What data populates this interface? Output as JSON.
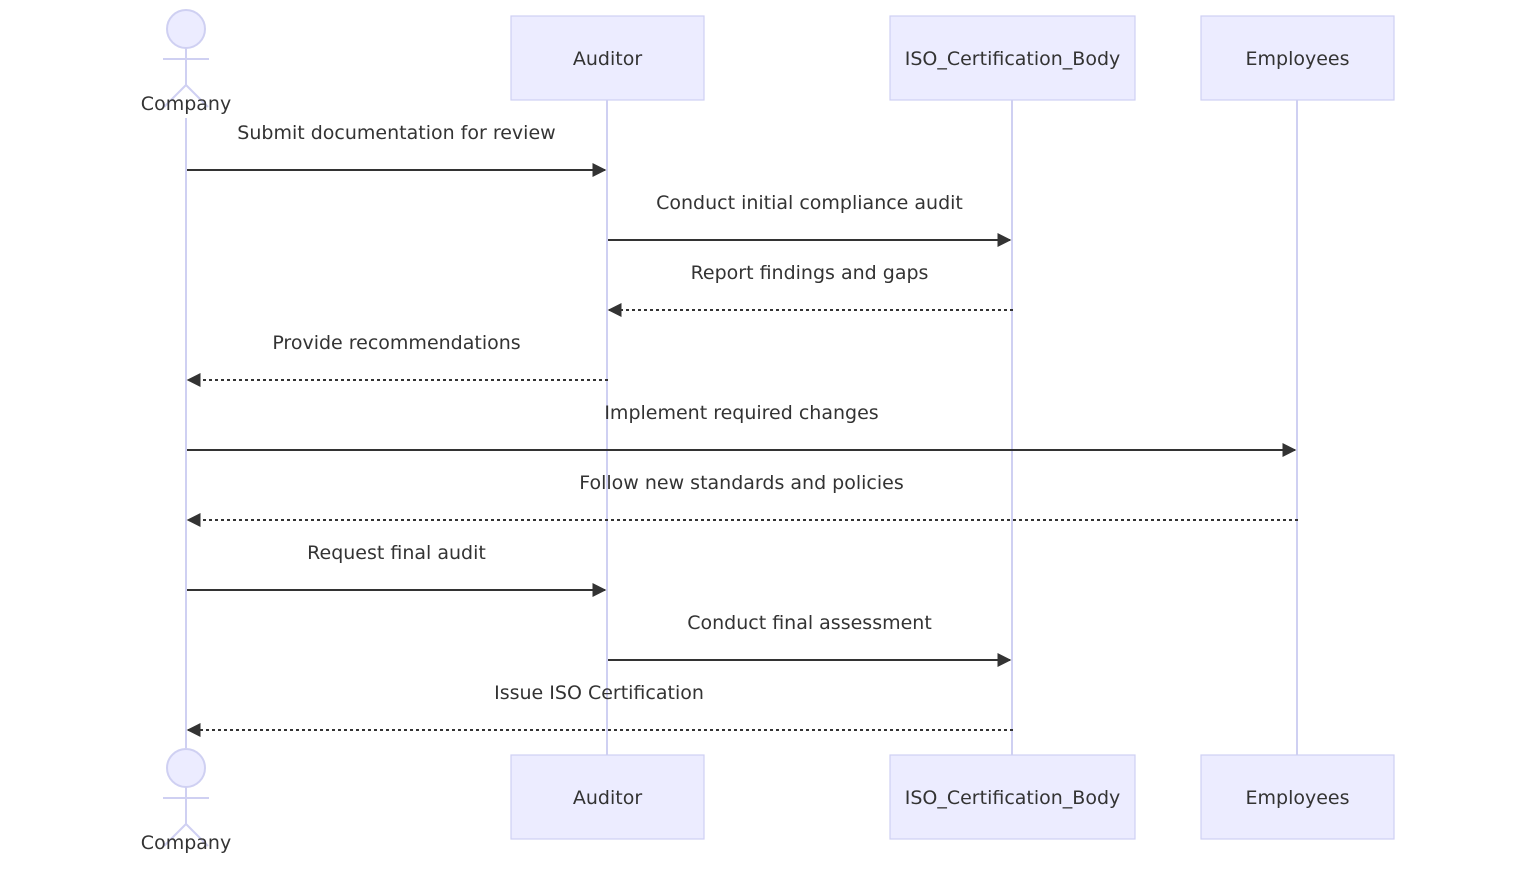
{
  "participants": [
    {
      "id": "company",
      "label": "Company",
      "kind": "actor"
    },
    {
      "id": "auditor",
      "label": "Auditor",
      "kind": "participant"
    },
    {
      "id": "iso",
      "label": "ISO_Certification_Body",
      "kind": "participant"
    },
    {
      "id": "employees",
      "label": "Employees",
      "kind": "participant"
    }
  ],
  "messages": [
    {
      "from": "company",
      "to": "auditor",
      "text": "Submit documentation for review",
      "style": "solid"
    },
    {
      "from": "auditor",
      "to": "iso",
      "text": "Conduct initial compliance audit",
      "style": "solid"
    },
    {
      "from": "iso",
      "to": "auditor",
      "text": "Report findings and gaps",
      "style": "dotted"
    },
    {
      "from": "auditor",
      "to": "company",
      "text": "Provide recommendations",
      "style": "dotted"
    },
    {
      "from": "company",
      "to": "employees",
      "text": "Implement required changes",
      "style": "solid"
    },
    {
      "from": "employees",
      "to": "company",
      "text": "Follow new standards and policies",
      "style": "dotted"
    },
    {
      "from": "company",
      "to": "auditor",
      "text": "Request final audit",
      "style": "solid"
    },
    {
      "from": "auditor",
      "to": "iso",
      "text": "Conduct final assessment",
      "style": "solid"
    },
    {
      "from": "iso",
      "to": "company",
      "text": "Issue ISO Certification",
      "style": "dotted"
    }
  ],
  "colors": {
    "box_fill": "#ececff",
    "box_stroke": "#cfd0f2",
    "lifeline": "#cfd0f2",
    "text": "#333333",
    "arrow": "#333333"
  }
}
